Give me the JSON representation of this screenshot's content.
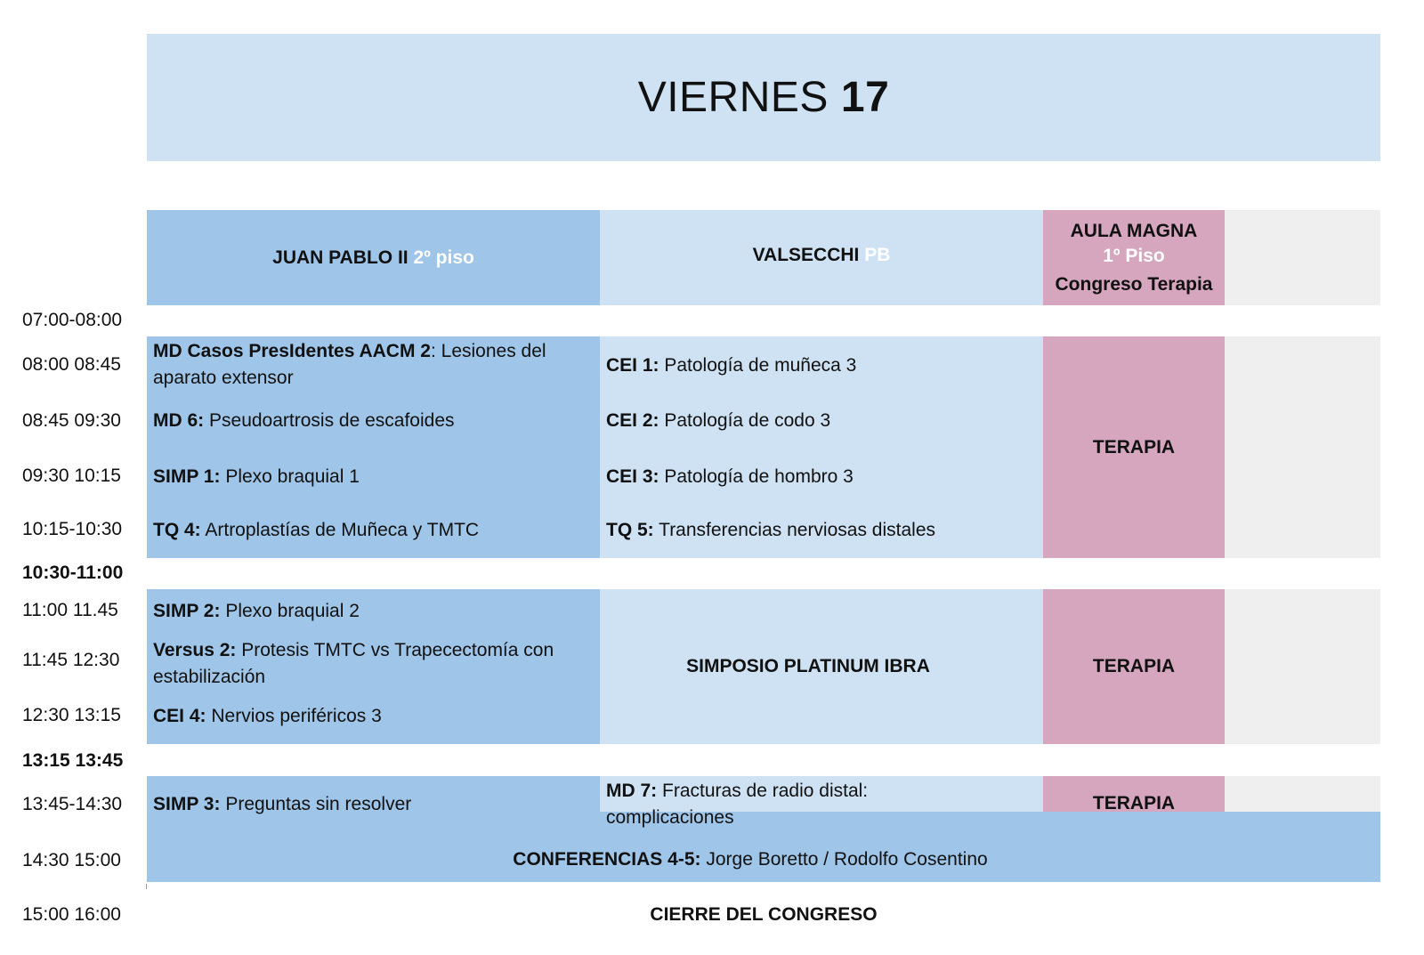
{
  "title": {
    "day": "VIERNES",
    "date": "17"
  },
  "rooms": {
    "juan_pablo": {
      "name": "JUAN PABLO II",
      "floor": "2º piso"
    },
    "valsecchi": {
      "name": "VALSECCHI",
      "floor": "PB"
    },
    "aula_magna": {
      "name": "AULA MAGNA",
      "floor": "1º Piso",
      "note": "Congreso Terapia"
    }
  },
  "times": [
    "07:00-08:00",
    "08:00 08:45",
    "08:45 09:30",
    "09:30 10:15",
    "10:15-10:30",
    "10:30-11:00",
    "11:00 11.45",
    "11:45 12:30",
    "12:30 13:15",
    "13:15 13:45",
    "13:45-14:30",
    "14:30 15:00",
    "15:00 16:00"
  ],
  "juan_pablo_sessions": [
    {
      "code": "MD Casos PresIdentes AACM 2",
      "sep": ": ",
      "text": "Lesiones del aparato extensor"
    },
    {
      "code": "MD 6:",
      "sep": " ",
      "text": "Pseudoartrosis de escafoides"
    },
    {
      "code": "SIMP 1:",
      "sep": " ",
      "text": "Plexo braquial 1"
    },
    {
      "code": "TQ 4:",
      "sep": " ",
      "text": "Artroplastías de Muñeca y TMTC"
    },
    {
      "code": "SIMP 2:",
      "sep": " ",
      "text": "Plexo braquial 2"
    },
    {
      "code": "Versus 2:",
      "sep": " ",
      "text": "Protesis TMTC vs Trapecectomía con estabilización"
    },
    {
      "code": "CEI 4:",
      "sep": " ",
      "text": "Nervios periféricos 3"
    },
    {
      "code": "SIMP 3:",
      "sep": " ",
      "text": "Preguntas sin resolver"
    }
  ],
  "valsecchi_sessions": [
    {
      "code": "CEI 1:",
      "sep": " ",
      "text": "Patología de muñeca 3"
    },
    {
      "code": "CEI 2:",
      "sep": " ",
      "text": "Patología de codo 3"
    },
    {
      "code": "CEI 3:",
      "sep": " ",
      "text": "Patología de hombro 3"
    },
    {
      "code": "TQ 5:",
      "sep": " ",
      "text": "Transferencias nerviosas distales"
    },
    {
      "code": "SIMPOSIO PLATINUM IBRA",
      "sep": "",
      "text": ""
    },
    {
      "code": "MD 7:",
      "sep": " ",
      "text": "Fracturas de radio distal: complicaciones"
    }
  ],
  "aula_sessions": [
    "TERAPIA",
    "TERAPIA",
    "TERAPIA"
  ],
  "conferencias": {
    "code": "CONFERENCIAS 4-5:",
    "text": "Jorge Boretto / Rodolfo Cosentino"
  },
  "cierre": "CIERRE DEL CONGRESO"
}
